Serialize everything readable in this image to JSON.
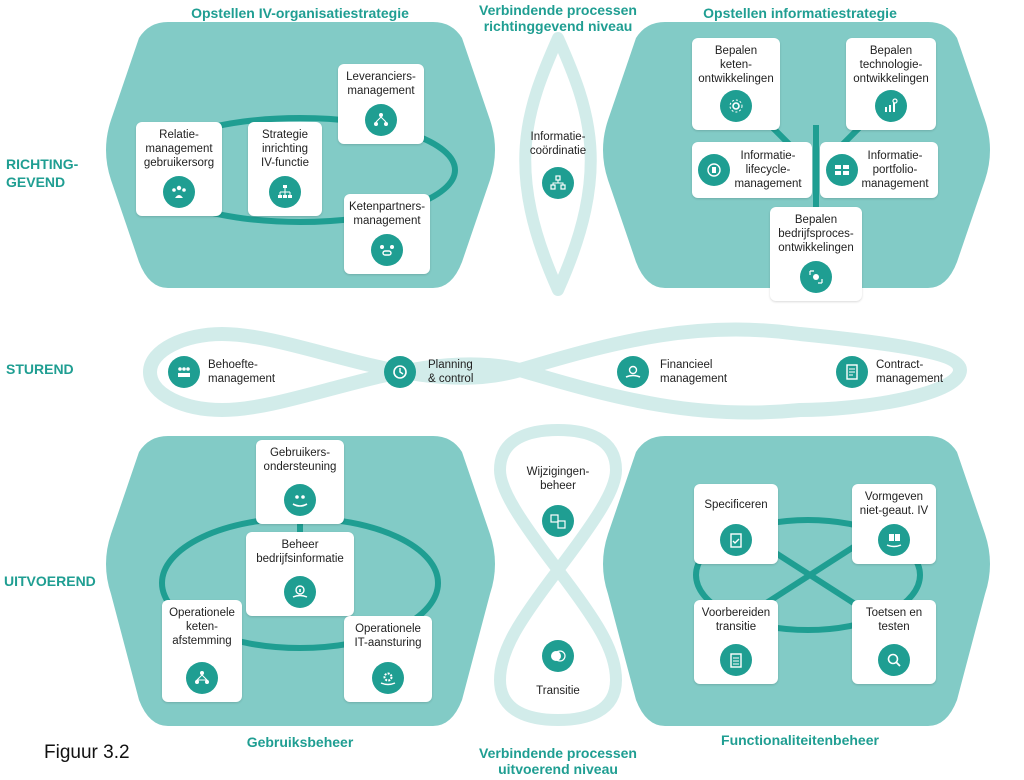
{
  "headings": {
    "top_left": "Opstellen IV-organisatiestrategie",
    "top_center": "Verbindende processen\nrichtinggevend niveau",
    "top_right": "Opstellen informatiestrategie",
    "bottom_left": "Gebruiksbeheer",
    "bottom_center": "Verbindende processen\nuitvoerend niveau",
    "bottom_right": "Functionaliteitenbeheer"
  },
  "row_labels": {
    "richtinggevend": "RICHTING-\nGEVEND",
    "sturend": "STUREND",
    "uitvoerend": "UITVOEREND"
  },
  "figure_caption": "Figuur 3.2",
  "iv_org": {
    "relatie": "Relatie-\nmanagement\ngebruikersorg",
    "strategie": "Strategie\ninrichting\nIV-functie",
    "leveranciers": "Leveranciers-\nmanagement",
    "ketenpartners": "Ketenpartners-\nmanagement"
  },
  "connect_top": {
    "info_coord": "Informatie-\ncoördinatie"
  },
  "info_strat": {
    "keten": "Bepalen\nketen-\nontwikkelingen",
    "technologie": "Bepalen\ntechnologie-\nontwikkelingen",
    "lifecycle": "Informatie-\nlifecycle-\nmanagement",
    "portfolio": "Informatie-\nportfolio-\nmanagement",
    "bedrijfsproces": "Bepalen\nbedrijfsproces-\nontwikkelingen"
  },
  "sturend": {
    "behoefte": "Behoefte-\nmanagement",
    "planning": "Planning\n& control",
    "financieel": "Financieel\nmanagement",
    "contract": "Contract-\nmanagement"
  },
  "gebruiksbeheer": {
    "ondersteuning": "Gebruikers-\nondersteuning",
    "bedrijfsinfo": "Beheer\nbedrijfsinformatie",
    "keten": "Operationele\nketen-\nafstemming",
    "it": "Operationele\nIT-aansturing"
  },
  "connect_bottom": {
    "wijzigingen": "Wijzigingen-\nbeheer",
    "transitie": "Transitie"
  },
  "functionaliteit": {
    "specificeren": "Specificeren",
    "vormgeven": "Vormgeven\nniet-geaut. IV",
    "voorbereiden": "Voorbereiden\ntransitie",
    "toetsen": "Toetsen en\ntesten"
  },
  "colors": {
    "teal": "#1f9e92",
    "hex_fill": "#82cbc6",
    "light_band": "#d2ecea"
  }
}
